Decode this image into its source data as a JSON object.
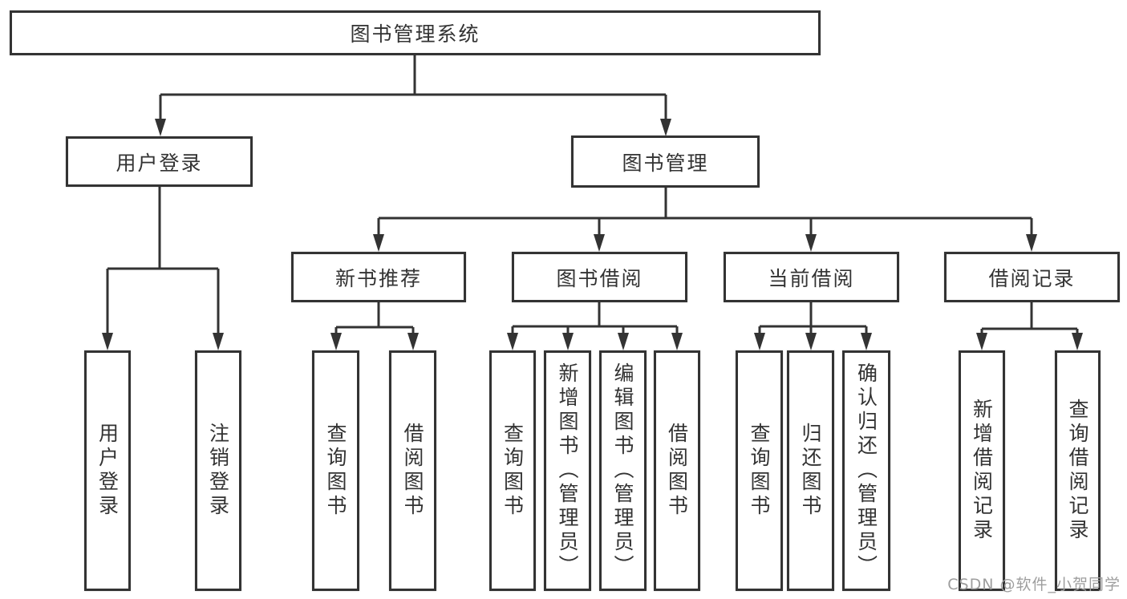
{
  "tree": {
    "label": "图书管理系统",
    "children": [
      {
        "label": "用户登录",
        "children": [
          {
            "label": "用户登录"
          },
          {
            "label": "注销登录"
          }
        ]
      },
      {
        "label": "图书管理",
        "children": [
          {
            "label": "新书推荐",
            "children": [
              {
                "label": "查询图书"
              },
              {
                "label": "借阅图书"
              }
            ]
          },
          {
            "label": "图书借阅",
            "children": [
              {
                "label": "查询图书"
              },
              {
                "label": "新增图书（管理员）"
              },
              {
                "label": "编辑图书（管理员）"
              },
              {
                "label": "借阅图书"
              }
            ]
          },
          {
            "label": "当前借阅",
            "children": [
              {
                "label": "查询图书"
              },
              {
                "label": "归还图书"
              },
              {
                "label": "确认归还（管理员）"
              }
            ]
          },
          {
            "label": "借阅记录",
            "children": [
              {
                "label": "新增借阅记录"
              },
              {
                "label": "查询借阅记录"
              }
            ]
          }
        ]
      }
    ]
  },
  "watermark": {
    "text": "CSDN @软件_小贺同学"
  },
  "colors": {
    "line": "#333333",
    "text": "#333333",
    "background": "#ffffff",
    "watermark": "#9e9e9e"
  }
}
